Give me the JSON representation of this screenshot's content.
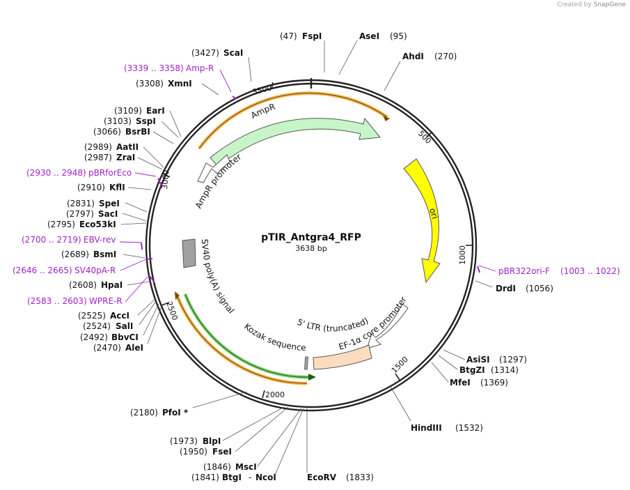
{
  "credit": {
    "prefix": "Created by",
    "brand": "SnapGene"
  },
  "plasmid": {
    "name": "pTIR_Antgra4_RFP",
    "length_label": "3638 bp"
  },
  "ticks": [
    "500",
    "1000",
    "1500",
    "2000",
    "2500",
    "3000",
    "3500"
  ],
  "enzymes": [
    {
      "name": "FspI",
      "pos": "(47)"
    },
    {
      "name": "AseI",
      "pos": "(95)"
    },
    {
      "name": "AhdI",
      "pos": "(270)"
    },
    {
      "name": "DrdI",
      "pos": "(1056)"
    },
    {
      "name": "AsiSI",
      "pos": "(1297)"
    },
    {
      "name": "BtgZI",
      "pos": "(1314)"
    },
    {
      "name": "MfeI",
      "pos": "(1369)"
    },
    {
      "name": "HindIII",
      "pos": "(1532)"
    },
    {
      "name": "EcoRV",
      "pos": "(1833)"
    },
    {
      "name": "BtgI",
      "pos": "(1841)"
    },
    {
      "name": "NcoI",
      "pos": ""
    },
    {
      "name": "MscI",
      "pos": "(1846)"
    },
    {
      "name": "FseI",
      "pos": "(1950)"
    },
    {
      "name": "BlpI",
      "pos": "(1973)"
    },
    {
      "name": "PfoI *",
      "pos": "(2180)"
    },
    {
      "name": "AleI",
      "pos": "(2470)"
    },
    {
      "name": "BbvCI",
      "pos": "(2492)"
    },
    {
      "name": "SalI",
      "pos": "(2524)"
    },
    {
      "name": "AccI",
      "pos": "(2525)"
    },
    {
      "name": "HpaI",
      "pos": "(2608)"
    },
    {
      "name": "BsmI",
      "pos": "(2689)"
    },
    {
      "name": "Eco53kI",
      "pos": "(2795)"
    },
    {
      "name": "SacI",
      "pos": "(2797)"
    },
    {
      "name": "SpeI",
      "pos": "(2831)"
    },
    {
      "name": "KflI",
      "pos": "(2910)"
    },
    {
      "name": "ZraI",
      "pos": "(2987)"
    },
    {
      "name": "AatII",
      "pos": "(2989)"
    },
    {
      "name": "BsrBI",
      "pos": "(3066)"
    },
    {
      "name": "SspI",
      "pos": "(3103)"
    },
    {
      "name": "EarI",
      "pos": "(3109)"
    },
    {
      "name": "XmnI",
      "pos": "(3308)"
    },
    {
      "name": "ScaI",
      "pos": "(3427)"
    }
  ],
  "primers": [
    {
      "name": "Amp-R",
      "range": "(3339 .. 3358)"
    },
    {
      "name": "pBRforEco",
      "range": "(2930 .. 2948)"
    },
    {
      "name": "EBV-rev",
      "range": "(2700 .. 2719)"
    },
    {
      "name": "SV40pA-R",
      "range": "(2646 .. 2665)"
    },
    {
      "name": "WPRE-R",
      "range": "(2583 .. 2603)"
    },
    {
      "name": "pBR322ori-F",
      "range": "(1003 .. 1022)"
    }
  ],
  "features": [
    {
      "name": "AmpR",
      "color": "#c8f5c8"
    },
    {
      "name": "AmpR promoter",
      "color": "#ffffff"
    },
    {
      "name": "ori",
      "color": "#ffff00"
    },
    {
      "name": "EF-1α core promoter",
      "color": "#ffffff"
    },
    {
      "name": "5' LTR (truncated)",
      "color": "#fcdcbf"
    },
    {
      "name": "Kozak sequence",
      "color": "#a0a0a0"
    },
    {
      "name": "SV40 poly(A) signal",
      "color": "#a0a0a0"
    }
  ],
  "colors": {
    "primer": "#a020c8",
    "orf_orange": "#f5a623",
    "orf_green": "#2e9a1e",
    "backbone": "#222222"
  }
}
